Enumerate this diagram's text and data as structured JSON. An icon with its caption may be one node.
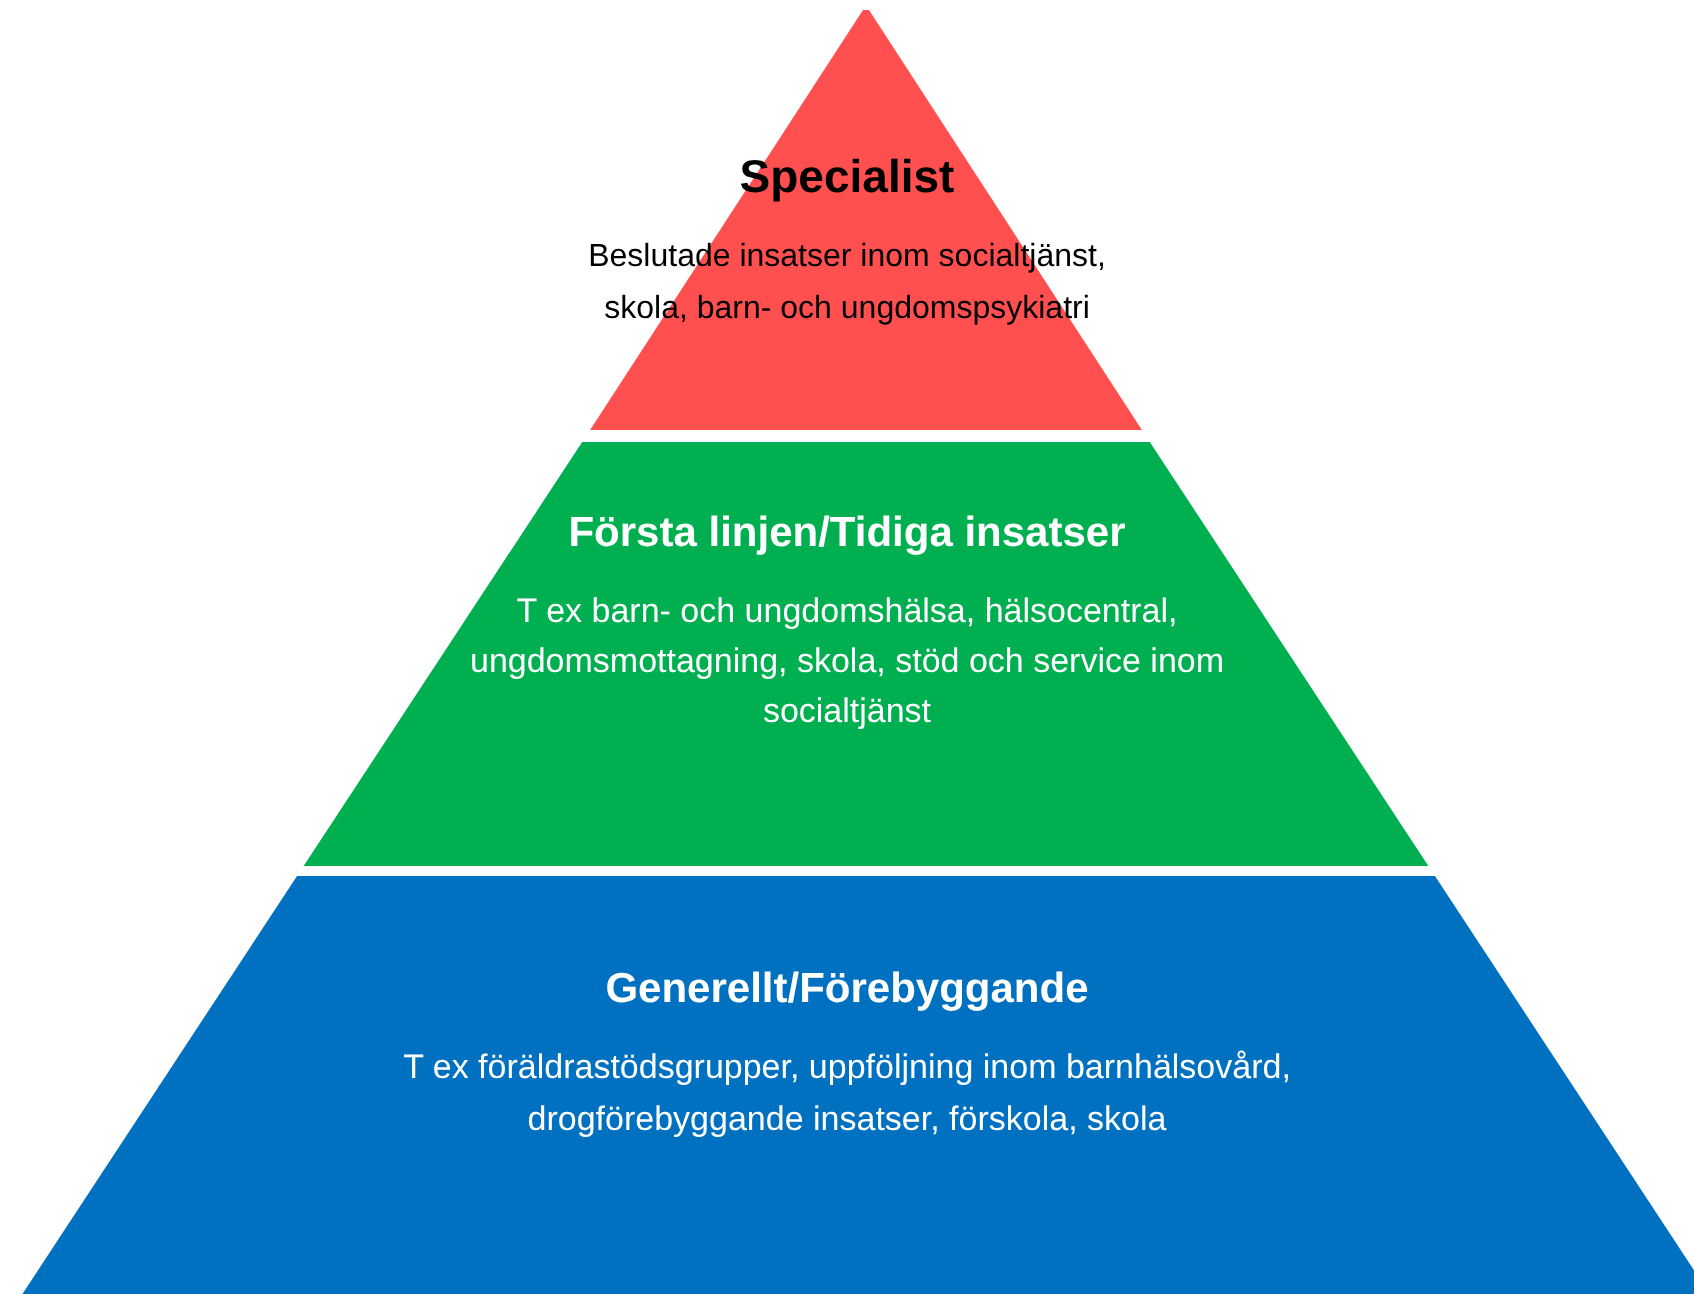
{
  "diagram": {
    "nodes": [
      {
        "text": [
          "Specialist",
          "Beslutade insatser inom socialtjänst, skola, barn- och ungdomspsykiatri"
        ]
      },
      {
        "text": [
          "Första linjen/Tidiga insatser",
          "T ex barn- och ungdomshälsa, hälsocentral, ungdomsmottagning, skola, stöd och service inom socialtjänst"
        ]
      },
      {
        "text": [
          "Generellt/Förebyggande",
          "T ex föräldrastödsgrupper, uppföljning inom barnhälsovård, drogförebyggande insatser, förskola, skola"
        ]
      }
    ]
  }
}
